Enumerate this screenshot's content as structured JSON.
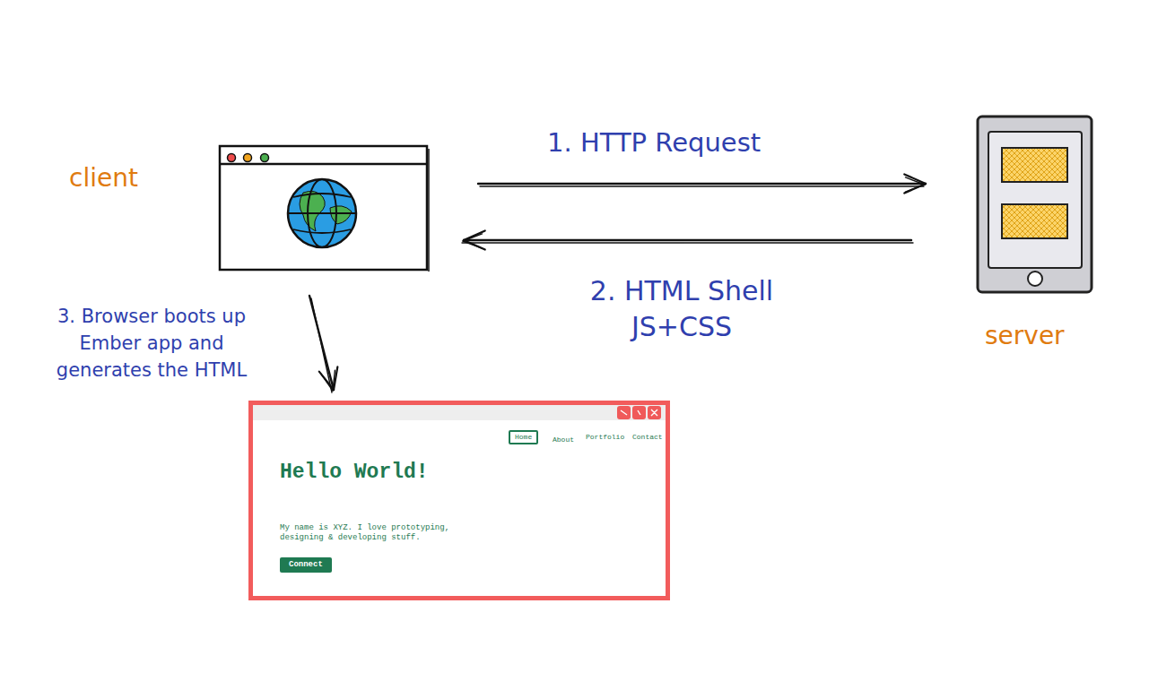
{
  "diagram": {
    "nodes": [
      {
        "text": [
          "client"
        ]
      },
      {
        "text": [
          "server"
        ]
      },
      {
        "text": [
          "Hello World!",
          "My name is XYZ. I love prototyping, designing & developing stuff."
        ]
      },
      {
        "text": [
          "Home"
        ],
        "in": 2
      },
      {
        "text": [
          "Connect"
        ],
        "in": 2
      }
    ],
    "edges": [
      {
        "from": 0,
        "to": 1,
        "label": "1. HTTP Request",
        "arrow": "to"
      },
      {
        "from": 1,
        "to": 0,
        "label": "2. HTML Shell JS+CSS",
        "arrow": "to"
      },
      {
        "from": 0,
        "to": 2,
        "label": "3. Browser boots up Ember app and generates the HTML",
        "arrow": "to"
      }
    ],
    "labels": [
      "About",
      "Portfolio",
      "Contact"
    ]
  }
}
